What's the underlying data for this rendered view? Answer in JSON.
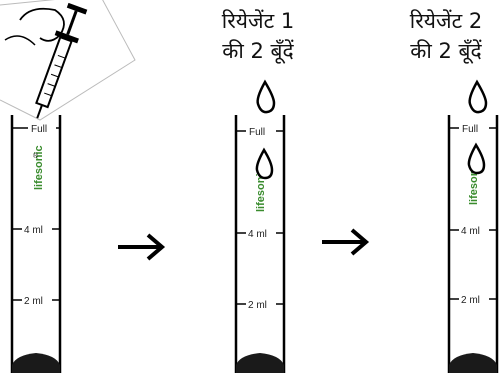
{
  "tube_labels": {
    "full": "Full",
    "four": "4 ml",
    "two": "2 ml"
  },
  "brand": {
    "name": "lifesonic",
    "mark": "®",
    "color": "#3a8c2e"
  },
  "steps": [
    {
      "caption_line1": "",
      "caption_line2": ""
    },
    {
      "caption_line1": "रियेजेंट 1",
      "caption_line2": "की 2 बूँदें"
    },
    {
      "caption_line1": "रियेजेंट 2",
      "caption_line2": "की 2 बूँदें"
    }
  ],
  "icons": [
    "syringe-icon",
    "drop-icon",
    "arrow-right-icon"
  ]
}
